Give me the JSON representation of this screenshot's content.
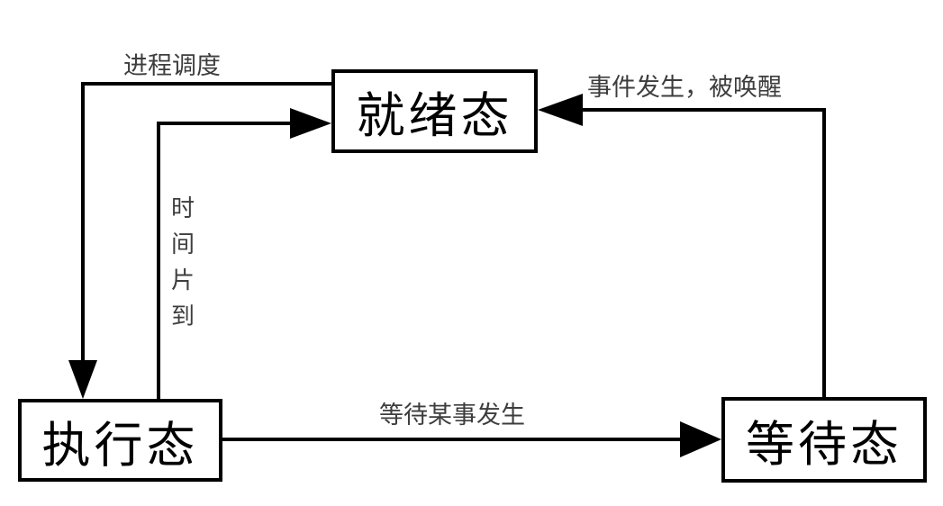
{
  "diagram": {
    "title": "process-state-transition-diagram",
    "background_color": "#ffffff",
    "line_color": "#000000",
    "label_color": "#3d3d3d",
    "nodes": [
      {
        "id": "ready",
        "label": "就绪态"
      },
      {
        "id": "running",
        "label": "执行态"
      },
      {
        "id": "waiting",
        "label": "等待态"
      }
    ],
    "edges": [
      {
        "id": "schedule",
        "from": "ready",
        "to": "running",
        "label": "进程调度"
      },
      {
        "id": "timeslice",
        "from": "running",
        "to": "ready",
        "label": "时间片到"
      },
      {
        "id": "wait",
        "from": "running",
        "to": "waiting",
        "label": "等待某事发生"
      },
      {
        "id": "wakeup",
        "from": "waiting",
        "to": "ready",
        "label": "事件发生，被唤醒"
      }
    ]
  }
}
